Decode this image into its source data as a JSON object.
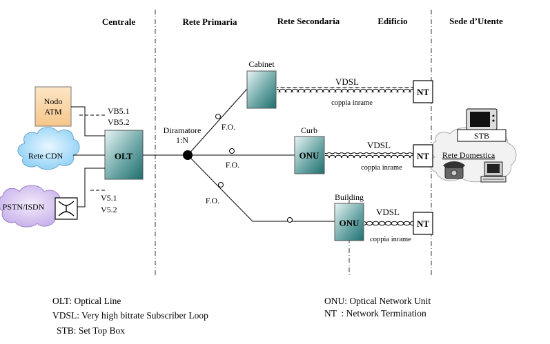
{
  "headers": {
    "centrale": "Centrale",
    "rete_primaria": "Rete Primaria",
    "rete_secondaria": "Rete Secondaria",
    "edificio": "Edificio",
    "sede_utente": "Sede d’Utente"
  },
  "nodes": {
    "nodo_atm_line1": "Nodo",
    "nodo_atm_line2": "ATM",
    "rete_cdn": "Rete CDN",
    "pstn_isdn": "PSTN/ISDN",
    "olt": "OLT",
    "diramatore_line1": "Diramatore",
    "diramatore_line2": "1:N",
    "cabinet": "Cabinet",
    "curb": "Curb",
    "building": "Building",
    "onu": "ONU",
    "nt": "NT",
    "stb": "STB",
    "rete_domestica": "Rete Domestica"
  },
  "labels": {
    "vb51": "VB5.1",
    "vb52": "VB5.2",
    "v51": "V5.1",
    "v52": "V5.2",
    "fo": "F.O.",
    "vdsl": "VDSL",
    "coppia_inrame": "coppia inrame"
  },
  "legend": {
    "olt": "OLT: Optical Line",
    "vdsl": "VDSL: Very high bitrate Subscriber Loop",
    "stb": "STB: Set Top Box",
    "onu": "ONU: Optical Network Unit",
    "nt": "NT  : Network Termination"
  },
  "colors": {
    "box_teal_light": "#e8f4f4",
    "box_teal_dark": "#1f6f6f",
    "nodo_orange": "#fbd8a8",
    "cloud_blue": "#a9dcf8",
    "pstn_purple": "#d9c7f0",
    "home_cloud": "#f2f2f2"
  }
}
